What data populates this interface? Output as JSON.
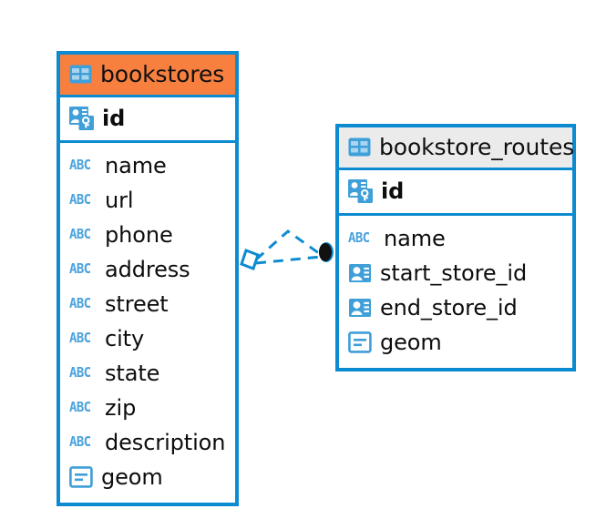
{
  "diagram": {
    "type": "entity-relationship-diagram",
    "background": "#ffffff",
    "accent_blue": "#0d8bd1",
    "accent_orange": "#f8803f",
    "accent_grey": "#ebebeb",
    "icon_blue": "#3f9fd8"
  },
  "entities": [
    {
      "id": "bookstores",
      "title": "bookstores",
      "header_style": "accent-orange",
      "table_icon": "table-icon",
      "primary_key": {
        "label": "id",
        "icon": "primary-key-icon"
      },
      "fields": [
        {
          "label": "name",
          "icon": "abc-text-icon",
          "type": "text"
        },
        {
          "label": "url",
          "icon": "abc-text-icon",
          "type": "text"
        },
        {
          "label": "phone",
          "icon": "abc-text-icon",
          "type": "text"
        },
        {
          "label": "address",
          "icon": "abc-text-icon",
          "type": "text"
        },
        {
          "label": "street",
          "icon": "abc-text-icon",
          "type": "text"
        },
        {
          "label": "city",
          "icon": "abc-text-icon",
          "type": "text"
        },
        {
          "label": "state",
          "icon": "abc-text-icon",
          "type": "text"
        },
        {
          "label": "zip",
          "icon": "abc-text-icon",
          "type": "text"
        },
        {
          "label": "description",
          "icon": "abc-text-icon",
          "type": "text"
        },
        {
          "label": "geom",
          "icon": "geometry-icon",
          "type": "geometry"
        }
      ]
    },
    {
      "id": "bookstore_routes",
      "title": "bookstore_routes",
      "header_style": "accent-grey",
      "table_icon": "table-icon",
      "primary_key": {
        "label": "id",
        "icon": "primary-key-icon"
      },
      "fields": [
        {
          "label": "name",
          "icon": "abc-text-icon",
          "type": "text"
        },
        {
          "label": "start_store_id",
          "icon": "foreign-key-icon",
          "type": "reference"
        },
        {
          "label": "end_store_id",
          "icon": "foreign-key-icon",
          "type": "reference"
        },
        {
          "label": "geom",
          "icon": "geometry-icon",
          "type": "geometry"
        }
      ]
    }
  ],
  "relationship": {
    "name": "bookstores-to-bookstore_routes",
    "source_endpoint": "diamond-endpoint",
    "target_endpoint": "filled-circle-endpoint",
    "line_style": "dashed",
    "color": "#0d8bd1"
  }
}
